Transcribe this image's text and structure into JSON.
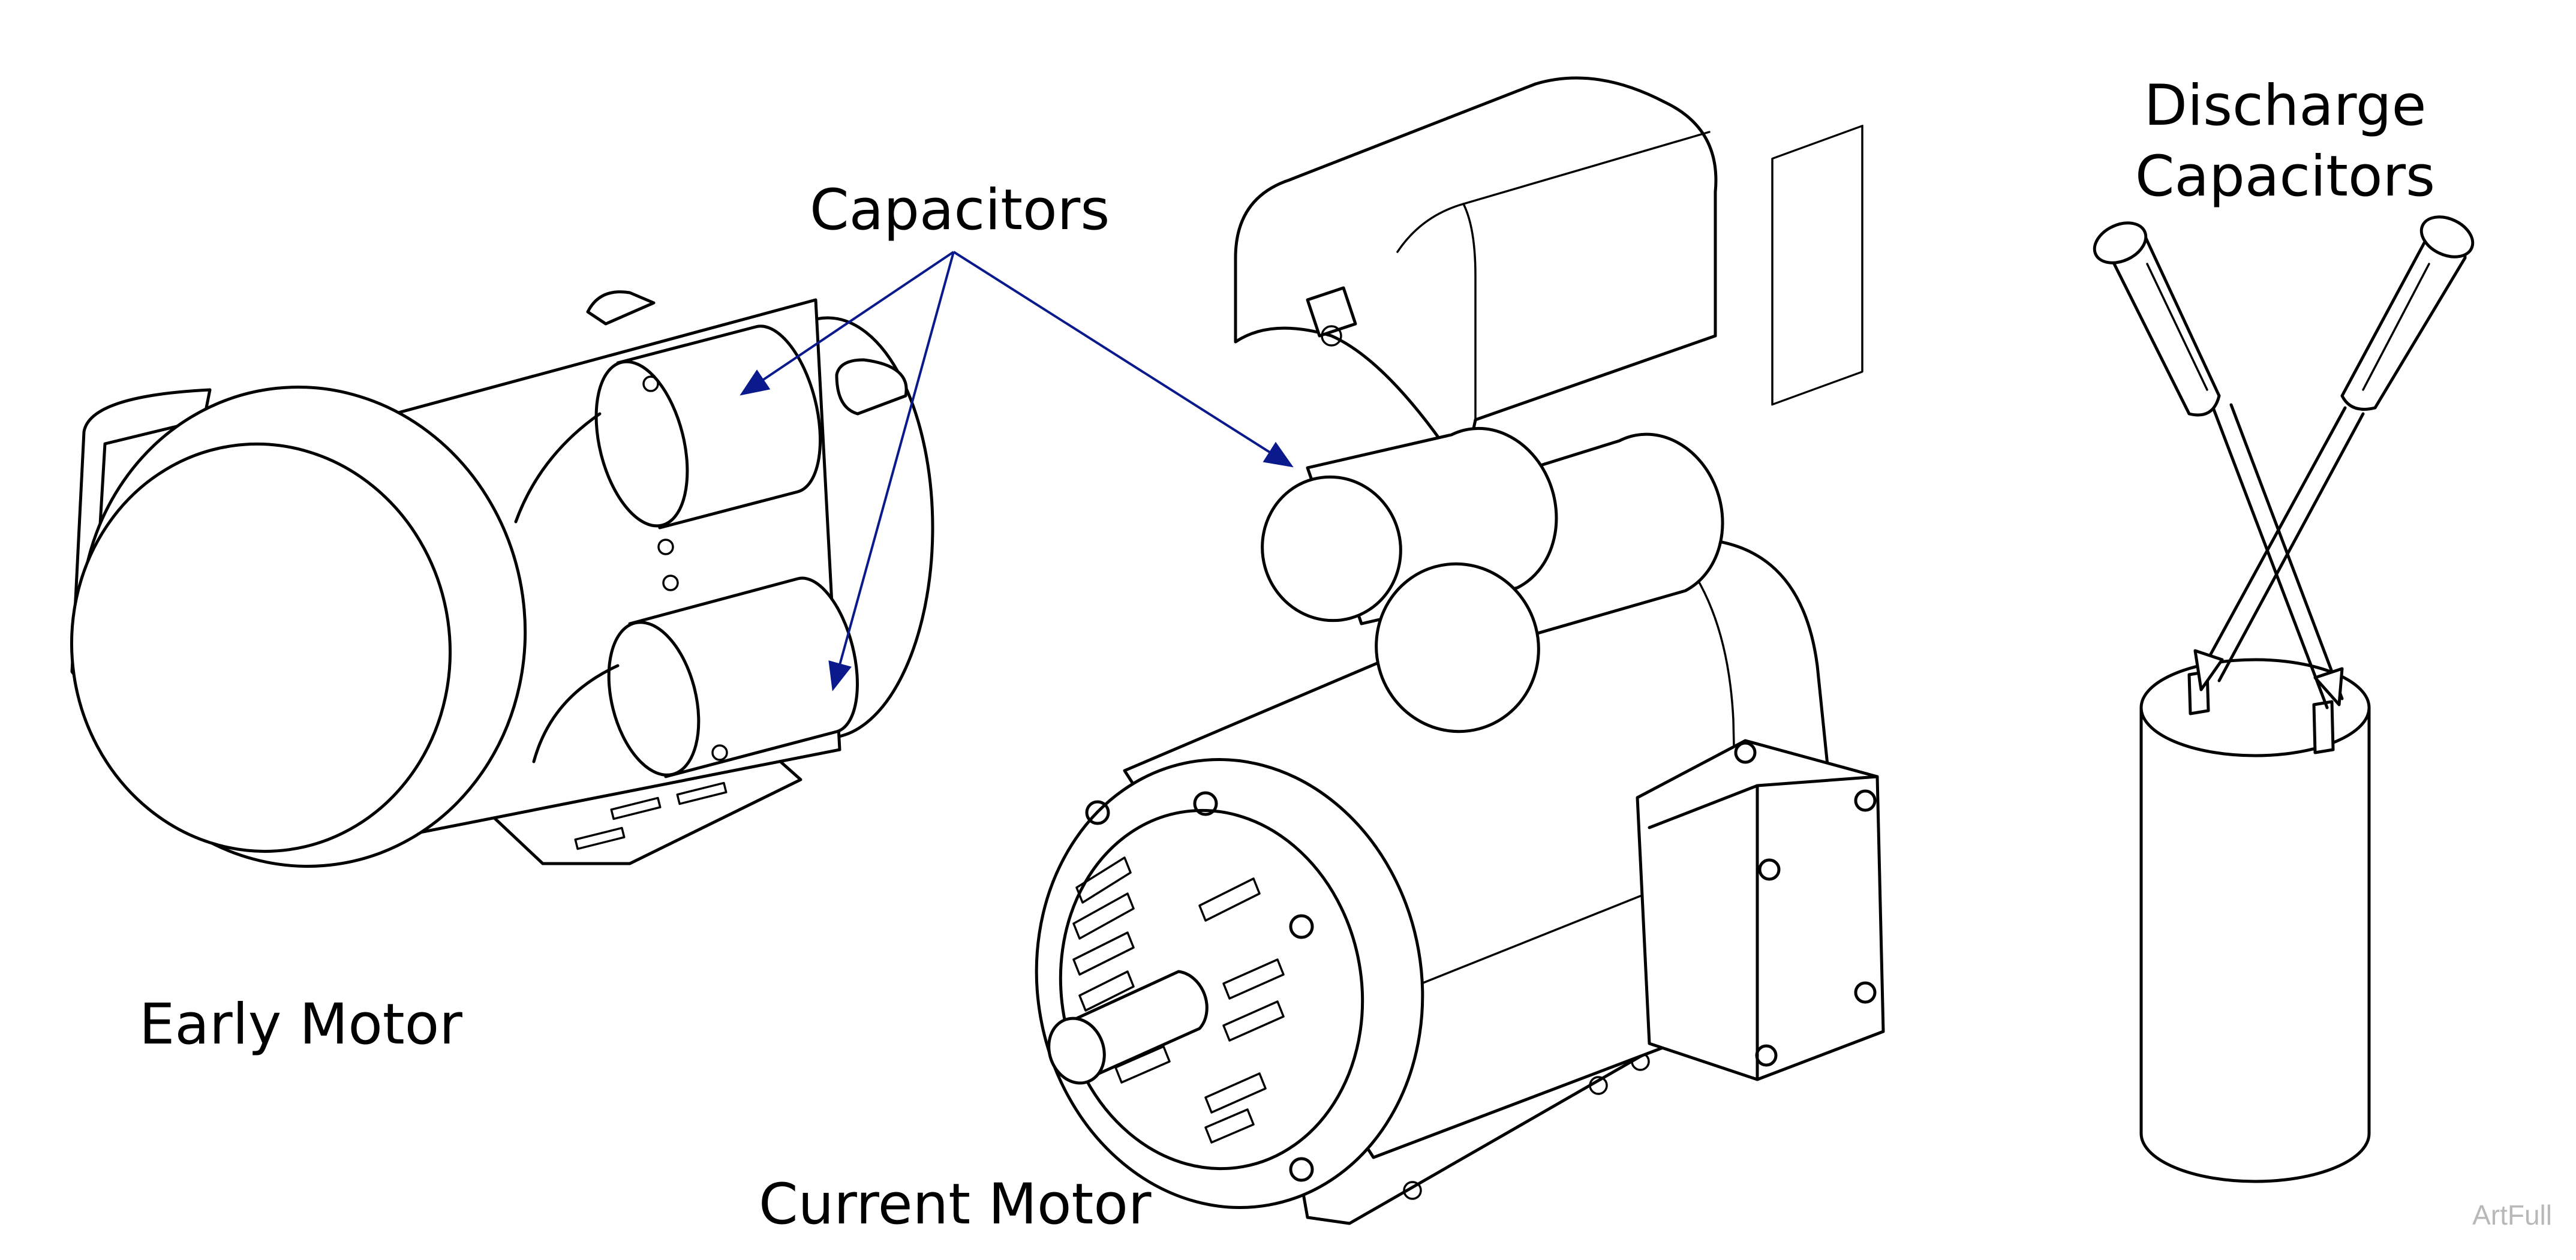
{
  "labels": {
    "capacitors": "Capacitors",
    "discharge_line1": "Discharge",
    "discharge_line2": "Capacitors",
    "early_motor": "Early Motor",
    "current_motor": "Current Motor",
    "artfull": "ArtFull"
  },
  "colors": {
    "leader_line": "#0a1a8c",
    "line_art": "#000000",
    "background": "#ffffff",
    "watermark": "#b8b8b8"
  }
}
